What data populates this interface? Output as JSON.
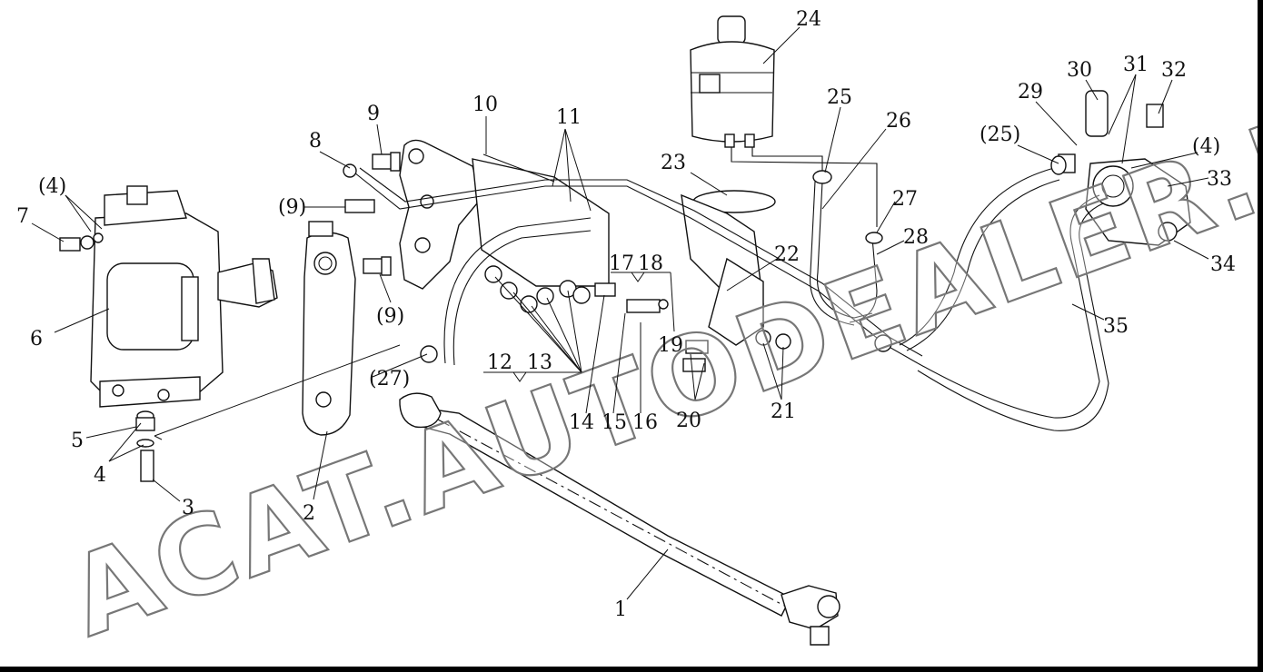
{
  "watermark": "ACAT.AUTODEALER.RU",
  "callouts": [
    {
      "id": "c1",
      "text": "1"
    },
    {
      "id": "c2",
      "text": "2"
    },
    {
      "id": "c3",
      "text": "3"
    },
    {
      "id": "c4a",
      "text": "4"
    },
    {
      "id": "c4b",
      "text": "(4)"
    },
    {
      "id": "c4c",
      "text": "(4)"
    },
    {
      "id": "c5",
      "text": "5"
    },
    {
      "id": "c6",
      "text": "6"
    },
    {
      "id": "c7",
      "text": "7"
    },
    {
      "id": "c8",
      "text": "8"
    },
    {
      "id": "c9a",
      "text": "9"
    },
    {
      "id": "c9b",
      "text": "(9)"
    },
    {
      "id": "c9c",
      "text": "(9)"
    },
    {
      "id": "c10",
      "text": "10"
    },
    {
      "id": "c11",
      "text": "11"
    },
    {
      "id": "c12",
      "text": "12"
    },
    {
      "id": "c13",
      "text": "13"
    },
    {
      "id": "c14",
      "text": "14"
    },
    {
      "id": "c15",
      "text": "15"
    },
    {
      "id": "c16",
      "text": "16"
    },
    {
      "id": "c17",
      "text": "17"
    },
    {
      "id": "c18",
      "text": "18"
    },
    {
      "id": "c19",
      "text": "19"
    },
    {
      "id": "c20",
      "text": "20"
    },
    {
      "id": "c21",
      "text": "21"
    },
    {
      "id": "c22",
      "text": "22"
    },
    {
      "id": "c23",
      "text": "23"
    },
    {
      "id": "c24",
      "text": "24"
    },
    {
      "id": "c25a",
      "text": "25"
    },
    {
      "id": "c25b",
      "text": "(25)"
    },
    {
      "id": "c26",
      "text": "26"
    },
    {
      "id": "c27a",
      "text": "27"
    },
    {
      "id": "c27b",
      "text": "(27)"
    },
    {
      "id": "c28",
      "text": "28"
    },
    {
      "id": "c29",
      "text": "29"
    },
    {
      "id": "c30",
      "text": "30"
    },
    {
      "id": "c31",
      "text": "31"
    },
    {
      "id": "c32",
      "text": "32"
    },
    {
      "id": "c33",
      "text": "33"
    },
    {
      "id": "c34",
      "text": "34"
    },
    {
      "id": "c35",
      "text": "35"
    }
  ]
}
